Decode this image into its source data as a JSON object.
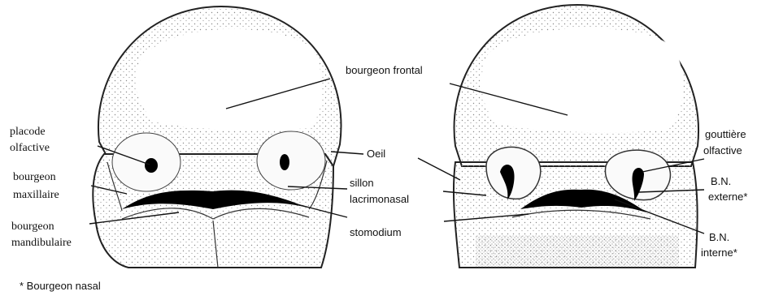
{
  "labels": {
    "bourgeon_frontal": "bourgeon  frontal",
    "placode_line1": "placode",
    "placode_line2": "olfactive",
    "bourgeon_maxillaire_line1": "bourgeon",
    "bourgeon_maxillaire_line2": "maxillaire",
    "bourgeon_mandibulaire_line1": "bourgeon",
    "bourgeon_mandibulaire_line2": "mandibulaire",
    "oeil": "Oeil",
    "sillon_line1": "sillon",
    "sillon_line2": "lacrimonasal",
    "stomodium": "stomodium",
    "gouttiere_line1": "gouttière",
    "gouttiere_line2": "olfactive",
    "bn_externe_line1": "B.N.",
    "bn_externe_line2": "externe*",
    "bn_interne_line1": "B.N.",
    "bn_interne_line2": "interne*",
    "footnote": "* Bourgeon nasal"
  },
  "colors": {
    "ink": "#111111",
    "stipple": "#8a8a8a",
    "cavity": "#000000",
    "background": "#ffffff"
  }
}
